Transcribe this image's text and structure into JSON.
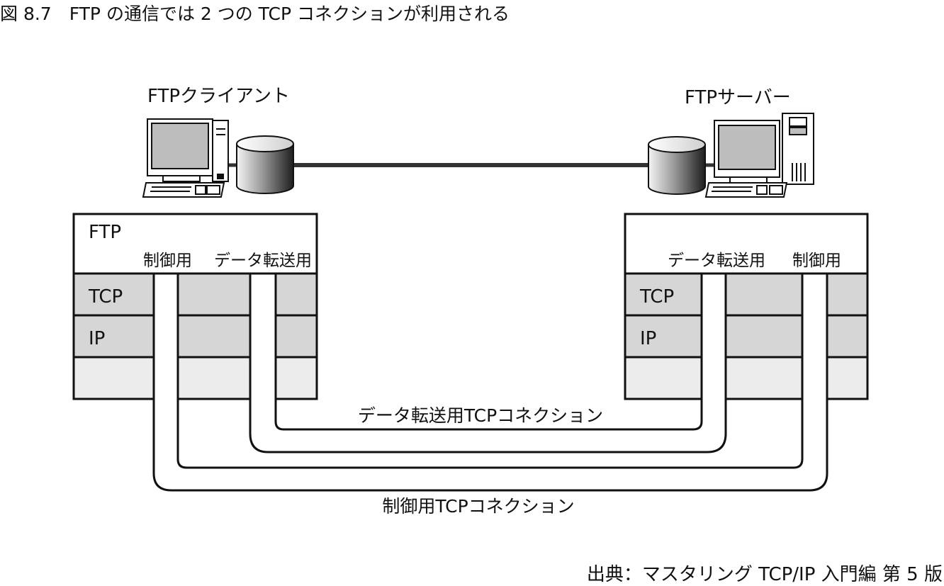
{
  "figure": {
    "caption": "図 8.7　FTP の通信では 2 つの TCP コネクションが利用される",
    "source": "出典：マスタリング TCP/IP 入門編 第 5 版"
  },
  "client": {
    "title": "FTPクライアント",
    "app_label": "FTP",
    "control_label": "制御用",
    "data_label": "データ転送用",
    "tcp_label": "TCP",
    "ip_label": "IP"
  },
  "server": {
    "title": "FTPサーバー",
    "app_label": "",
    "control_label": "制御用",
    "data_label": "データ転送用",
    "tcp_label": "TCP",
    "ip_label": "IP"
  },
  "connections": {
    "data_connection": "データ転送用TCPコネクション",
    "control_connection": "制御用TCPコネクション"
  },
  "colors": {
    "stroke": "#111111",
    "tcp_ip_fill": "#d6d6d6",
    "lower_fill": "#ececec",
    "screen": "#bdbdbd",
    "network_line": "#333333"
  },
  "icons": [
    "computer-icon",
    "router-icon",
    "server-icon"
  ]
}
